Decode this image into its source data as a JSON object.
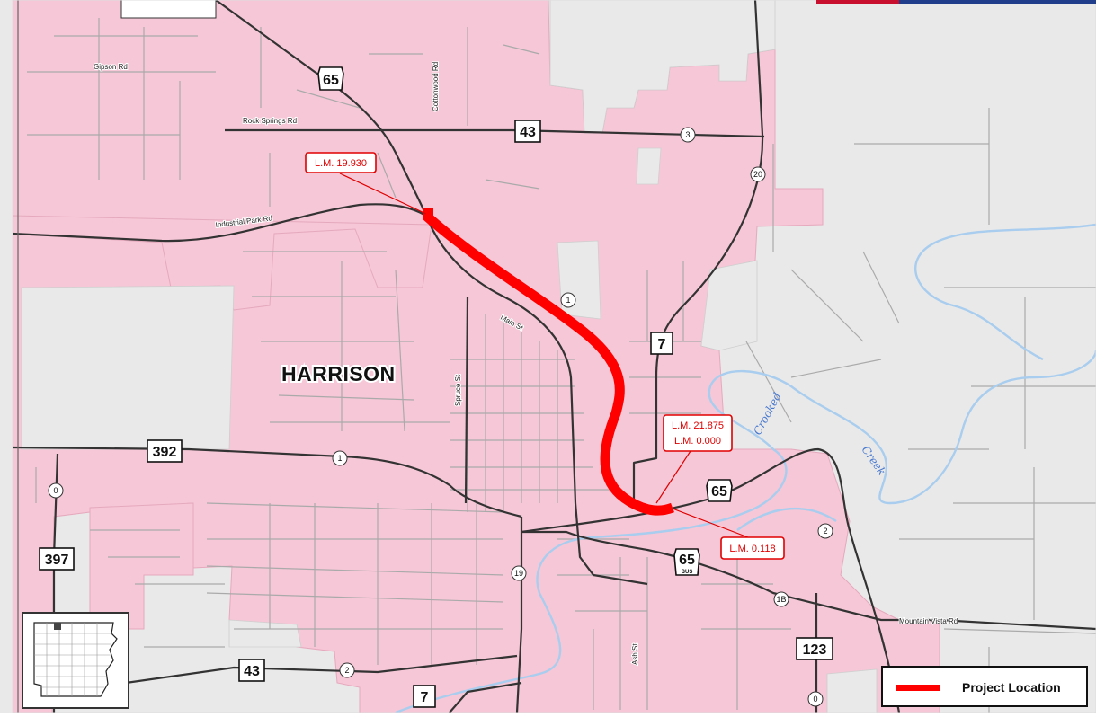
{
  "map": {
    "city_label": "HARRISON",
    "creek_label_1": "Crooked",
    "creek_label_2": "Creek",
    "colors": {
      "city_limits": "#f6c7d6",
      "background": "#e9e9e9",
      "highway": "#333333",
      "street": "#aaaaaa",
      "water": "#a9cdee",
      "project": "#ff0000"
    }
  },
  "streets": {
    "gipson": "Gipson Rd",
    "rock_springs": "Rock Springs Rd",
    "industrial_park": "Industrial Park Rd",
    "cottonwood": "Cottonwood Rd",
    "main": "Main St",
    "spruce": "Spruce St",
    "ash": "Ash St",
    "mountain_vista": "Mountain Vista Rd"
  },
  "highway_shields": {
    "us65_north": "65",
    "ar43_north": "43",
    "ar7_center": "7",
    "us65_south": "65",
    "us65b": "65",
    "us65b_sub": "BUS",
    "ar392": "392",
    "ar397": "397",
    "ar123": "123",
    "ar43_south": "43",
    "ar7_south": "7"
  },
  "route_markers": {
    "r3": "3",
    "r20": "20",
    "r1_north": "1",
    "r1_west": "1",
    "r0_west": "0",
    "r19": "19",
    "r2_east": "2",
    "r1b": "1B",
    "r0_south": "0",
    "r2_south": "2"
  },
  "log_miles": {
    "north": "L.M. 19.930",
    "mid_line1": "L.M. 21.875",
    "mid_line2": "L.M. 0.000",
    "south": "L.M. 0.118"
  },
  "legend": {
    "label": "Project Location"
  }
}
